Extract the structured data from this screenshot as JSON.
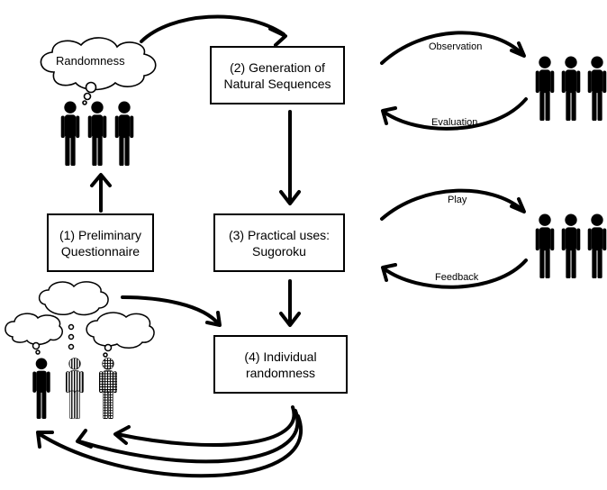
{
  "boxes": {
    "preliminary": {
      "line1": "(1) Preliminary",
      "line2": "Questionnaire"
    },
    "generation": {
      "line1": "(2) Generation of",
      "line2": "Natural Sequences"
    },
    "practical": {
      "line1": "(3) Practical uses:",
      "line2": "Sugoroku"
    },
    "individual": {
      "line1": "(4) Individual",
      "line2": "randomness"
    }
  },
  "labels": {
    "thought": "Randomness",
    "observation": "Observation",
    "evaluation": "Evaluation",
    "play": "Play",
    "feedback": "Feedback"
  },
  "icons": {
    "person_pattern_solid": "solid",
    "person_pattern_stripes": "vertical-stripes",
    "person_pattern_grid": "grid"
  },
  "colors": {
    "line": "#000000",
    "background": "#ffffff"
  }
}
